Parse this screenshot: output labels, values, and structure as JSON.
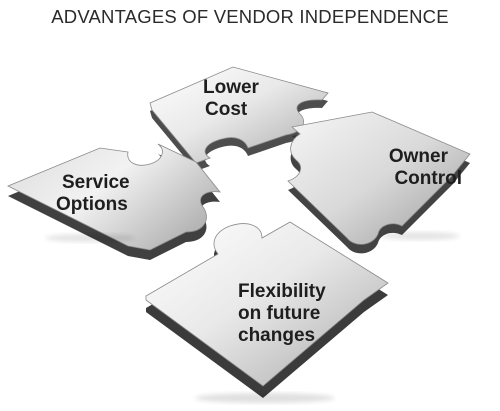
{
  "title": "ADVANTAGES OF VENDOR INDEPENDENCE",
  "pieces": [
    {
      "line1": "Lower",
      "line2": "Cost"
    },
    {
      "line1": "Owner",
      "line2": "Control"
    },
    {
      "line1": "Service",
      "line2": "Options"
    },
    {
      "line1": "Flexibility",
      "line2": "on future",
      "line3": "changes"
    }
  ]
}
